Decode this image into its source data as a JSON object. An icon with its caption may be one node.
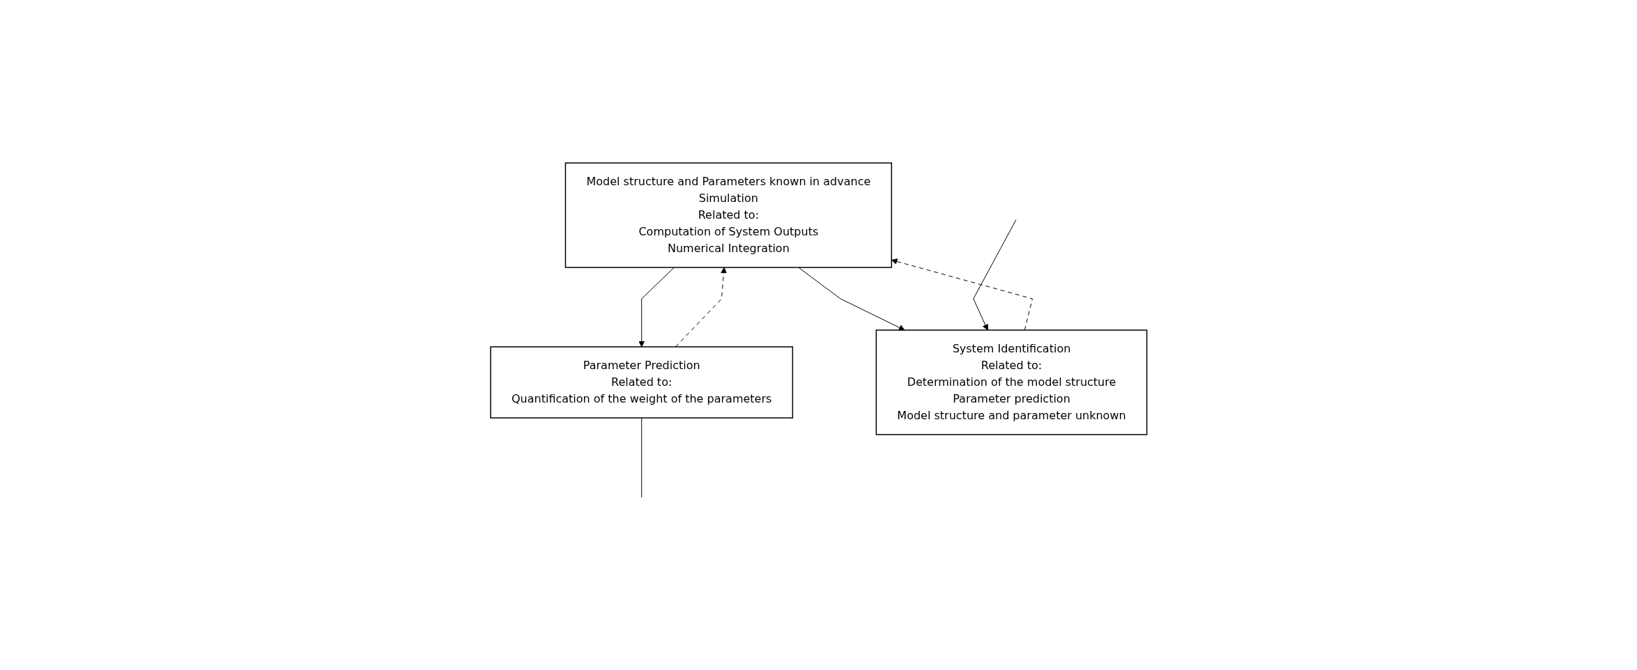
{
  "diagram": {
    "nodes": [
      {
        "text": [
          "Model structure and Parameters known in advance",
          "Simulation",
          "Related to:",
          "Computation of System Outputs",
          "Numerical Integration"
        ]
      },
      {
        "text": [
          "Parameter Prediction",
          "Related to:",
          "Quantification of the weight of the parameters"
        ]
      },
      {
        "text": [
          "System Identification",
          "Related to:",
          "Determination of the model structure",
          "Parameter prediction",
          "Model structure and parameter unknown"
        ]
      }
    ],
    "edges": [
      {
        "from": 0,
        "to": 1,
        "arrow": "to"
      },
      {
        "from": 0,
        "to": 2,
        "arrow": "to"
      },
      {
        "from": 1,
        "to": 0,
        "arrow": "to",
        "style": "dashed"
      },
      {
        "from": 2,
        "to": 0,
        "arrow": "to",
        "style": "dashed"
      },
      {
        "from": 1,
        "to": null,
        "arrow": "none"
      },
      {
        "from": null,
        "to": 2,
        "arrow": "to"
      }
    ]
  }
}
